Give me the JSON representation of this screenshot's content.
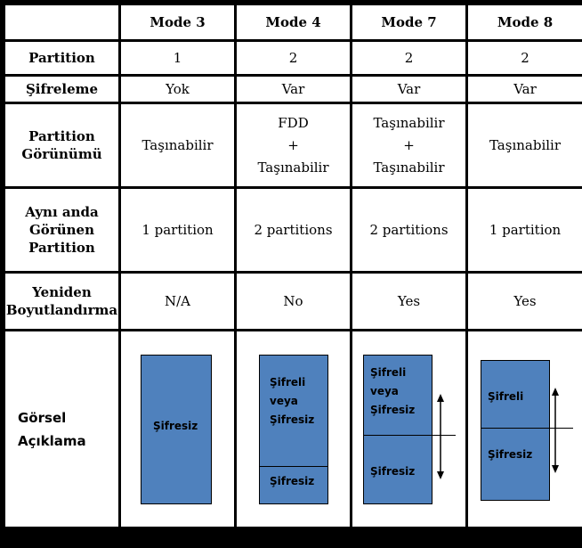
{
  "header": {
    "corner": "",
    "modes": [
      "Mode 3",
      "Mode 4",
      "Mode 7",
      "Mode 8"
    ]
  },
  "rows": {
    "partition": {
      "label": "Partition",
      "values": [
        "1",
        "2",
        "2",
        "2"
      ]
    },
    "sifreleme": {
      "label": "Şifreleme",
      "values": [
        "Yok",
        "Var",
        "Var",
        "Var"
      ]
    },
    "gorunum": {
      "label_line1": "Partition",
      "label_line2": "Görünümü",
      "mode3": "Taşınabilir",
      "mode4": [
        "FDD",
        "+",
        "Taşınabilir"
      ],
      "mode7": [
        "Taşınabilir",
        "+",
        "Taşınabilir"
      ],
      "mode8": "Taşınabilir"
    },
    "ayni_anda": {
      "label_line1": "Aynı anda",
      "label_line2": "Görünen",
      "label_line3": "Partition",
      "values": [
        "1 partition",
        "2 partitions",
        "2 partitions",
        "1 partition"
      ]
    },
    "yeniden": {
      "label_line1": "Yeniden",
      "label_line2": "Boyutlandırma",
      "values": [
        "N/A",
        "No",
        "Yes",
        "Yes"
      ]
    },
    "gorsel": {
      "label_line1": "Görsel",
      "label_line2": "Açıklama",
      "mode3": {
        "label": "Şifresiz"
      },
      "mode4": {
        "top": [
          "Şifreli",
          "veya",
          "Şifresiz"
        ],
        "bottom": "Şifresiz"
      },
      "mode7": {
        "top": [
          "Şifreli",
          "veya",
          "Şifresiz"
        ],
        "bottom": "Şifresiz"
      },
      "mode8": {
        "top": "Şifreli",
        "bottom": "Şifresiz"
      }
    }
  },
  "colors": {
    "header_bg": "#f79a64",
    "rowhead_bg": "#ffff99",
    "partition_fill": "#4f81bd",
    "border": "#000000"
  }
}
